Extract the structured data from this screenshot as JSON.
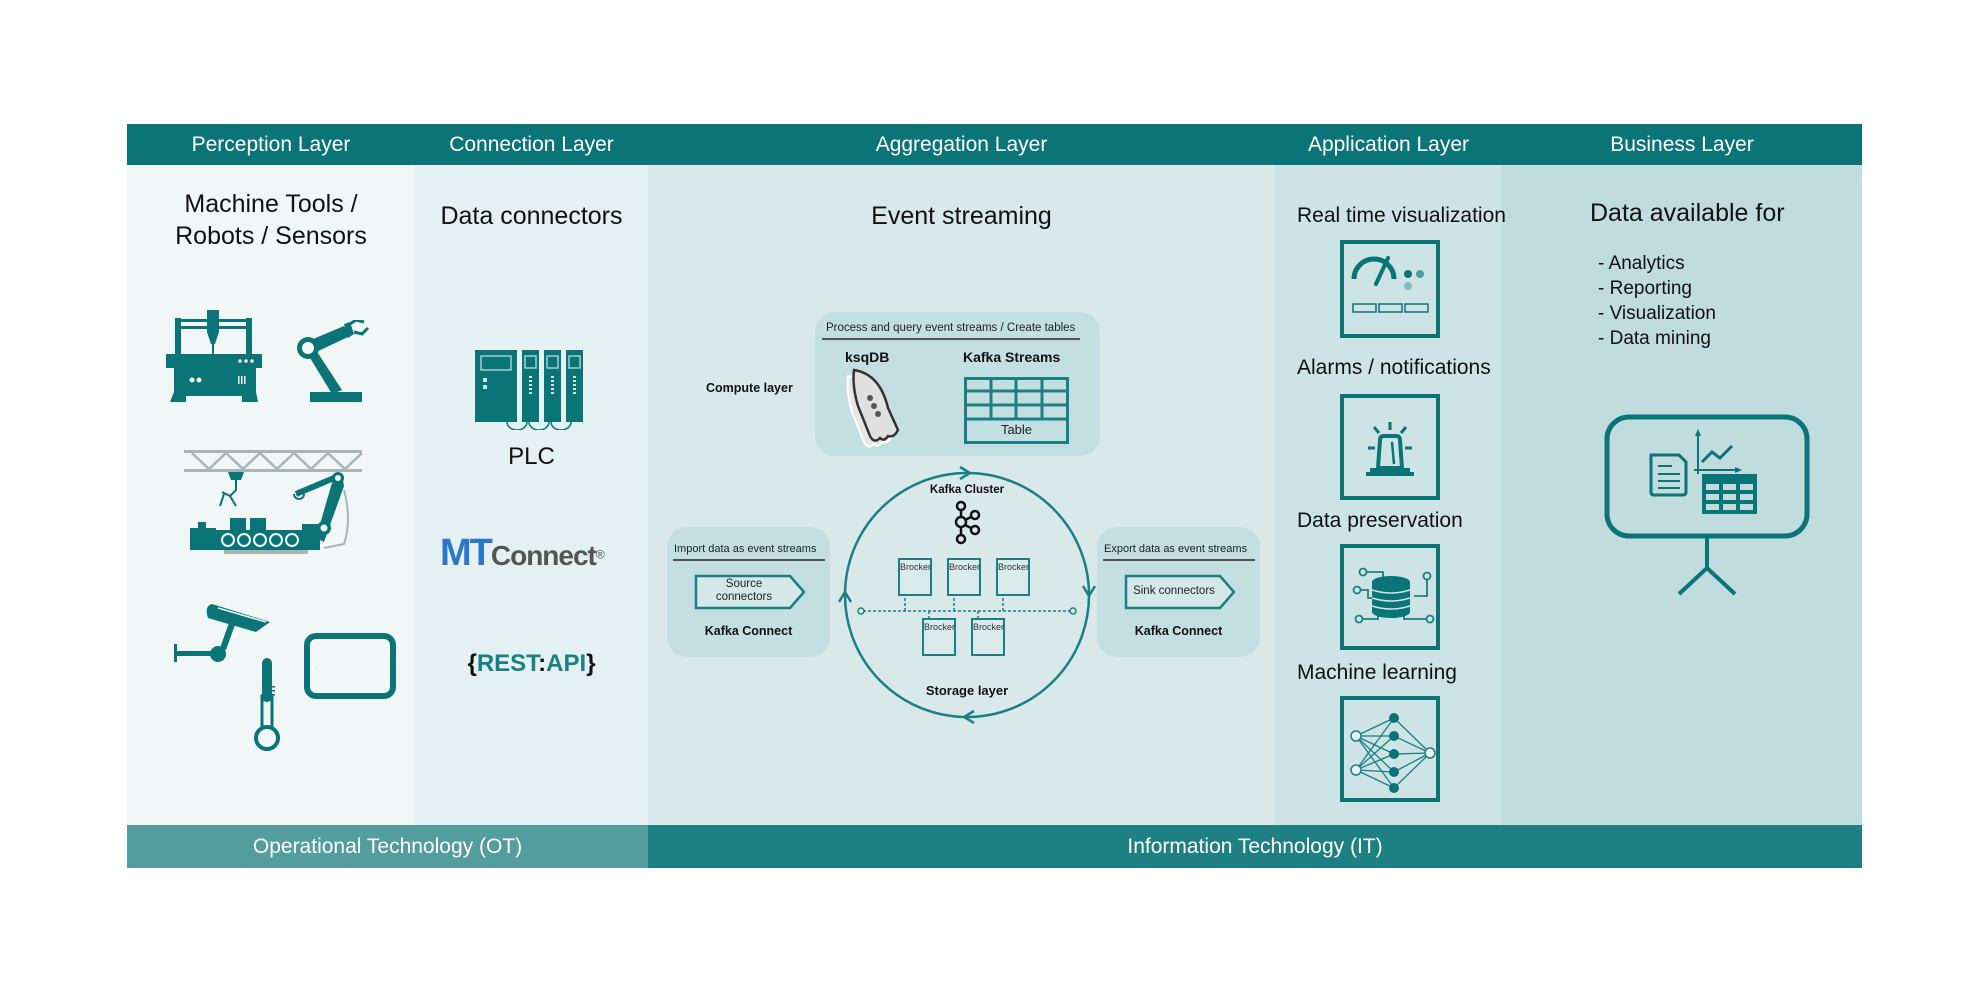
{
  "layers": [
    {
      "label": "Perception Layer"
    },
    {
      "label": "Connection Layer"
    },
    {
      "label": "Aggregation Layer"
    },
    {
      "label": "Application Layer"
    },
    {
      "label": "Business Layer"
    }
  ],
  "perception": {
    "title_line1": "Machine Tools /",
    "title_line2": "Robots / Sensors",
    "icons": [
      "cnc-machine-icon",
      "robot-arm-icon",
      "production-line-icon",
      "security-camera-icon",
      "thermometer-icon",
      "tablet-icon"
    ]
  },
  "connection": {
    "title": "Data connectors",
    "plc_label": "PLC",
    "mtconnect_mt": "MT",
    "mtconnect_connect": "Connect",
    "mtconnect_reg": "®",
    "rest_open": "{",
    "rest_text": "REST",
    "rest_colon": ":",
    "rest_api": "API",
    "rest_close": "}"
  },
  "aggregation": {
    "title": "Event streaming",
    "compute_label": "Compute layer",
    "compute_caption": "Process and query event streams / Create tables",
    "ksqdb_label": "ksqDB",
    "kafka_streams_label": "Kafka Streams",
    "table_label": "Table",
    "cluster_label": "Kafka Cluster",
    "storage_label": "Storage layer",
    "brokers": [
      "Brocker",
      "Brocker",
      "Brocker",
      "Brocker",
      "Brocker"
    ],
    "import_caption": "Import data as event streams",
    "source_line1": "Source",
    "source_line2": "connectors",
    "import_connect_label": "Kafka Connect",
    "export_caption": "Export data as event streams",
    "sink_label": "Sink connectors",
    "export_connect_label": "Kafka Connect"
  },
  "application": {
    "items": [
      {
        "label": "Real time visualization",
        "icon": "dashboard-gauge-icon"
      },
      {
        "label": "Alarms / notifications",
        "icon": "alarm-siren-icon"
      },
      {
        "label": "Data preservation",
        "icon": "database-circuit-icon"
      },
      {
        "label": "Machine learning",
        "icon": "neural-network-icon"
      }
    ]
  },
  "business": {
    "title": "Data available for",
    "items": [
      "- Analytics",
      "- Reporting",
      "- Visualization",
      "- Data mining"
    ],
    "icon": "presentation-board-icon"
  },
  "footer": {
    "ot_label": "Operational Technology (OT)",
    "it_label": "Information Technology (IT)"
  },
  "colors": {
    "primary_teal": "#0b7477",
    "ot_bar": "#539d9f",
    "it_bar": "#1f8084",
    "mtconnect_blue": "#2a78c6",
    "mtconnect_grey": "#555555"
  }
}
